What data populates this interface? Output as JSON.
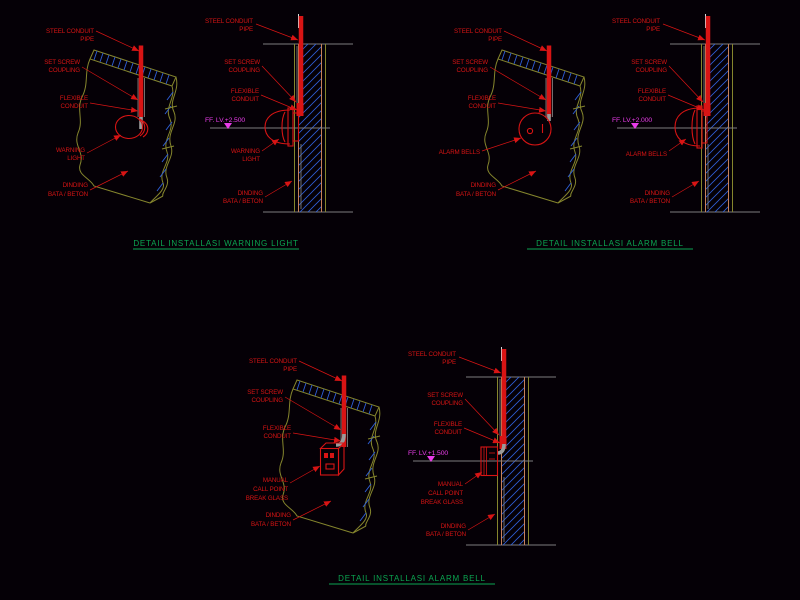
{
  "drawing_type": "CAD electrical installation details",
  "background": "#050006",
  "colors": {
    "background": "#050006",
    "red": "#d81414",
    "olive": "#85852d",
    "blue": "#2f5fd8",
    "tan": "#c8825a",
    "gray": "#7d7d7d",
    "flex_gray": "#9a9a9a",
    "magenta": "#e93ce9",
    "green": "#0ba551",
    "white": "#d8d8d8"
  },
  "details": [
    {
      "title": "DETAIL INSTALLASI WARNING LIGHT",
      "level": "FF. LV.+2.500",
      "labels": {
        "steel": [
          "STEEL CONDUIT",
          "PIPE"
        ],
        "coupling": [
          "SET SCREW",
          "COUPLING"
        ],
        "flexible": [
          "FLEXIBLE",
          "CONDUIT"
        ],
        "device": [
          "WARNING",
          "LIGHT"
        ],
        "wall": [
          "DINDING",
          "BATA / BETON"
        ]
      }
    },
    {
      "title": "DETAIL INSTALLASI ALARM BELL",
      "level": "FF. LV.+2.000",
      "labels": {
        "steel": [
          "STEEL CONDUIT",
          "PIPE"
        ],
        "coupling": [
          "SET SCREW",
          "COUPLING"
        ],
        "flexible": [
          "FLEXIBLE",
          "CONDUIT"
        ],
        "device": [
          "ALARM BELLS"
        ],
        "wall": [
          "DINDING",
          "BATA / BETON"
        ]
      }
    },
    {
      "title": "DETAIL INSTALLASI ALARM BELL",
      "level": "FF. LV.+1.500",
      "labels": {
        "steel": [
          "STEEL CONDUIT",
          "PIPE"
        ],
        "coupling": [
          "SET SCREW",
          "COUPLING"
        ],
        "flexible": [
          "FLEXIBLE",
          "CONDUIT"
        ],
        "device": [
          "MANUAL",
          "CALL POINT",
          "BREAK GLASS"
        ],
        "wall": [
          "DINDING",
          "BATA / BETON"
        ]
      }
    }
  ]
}
